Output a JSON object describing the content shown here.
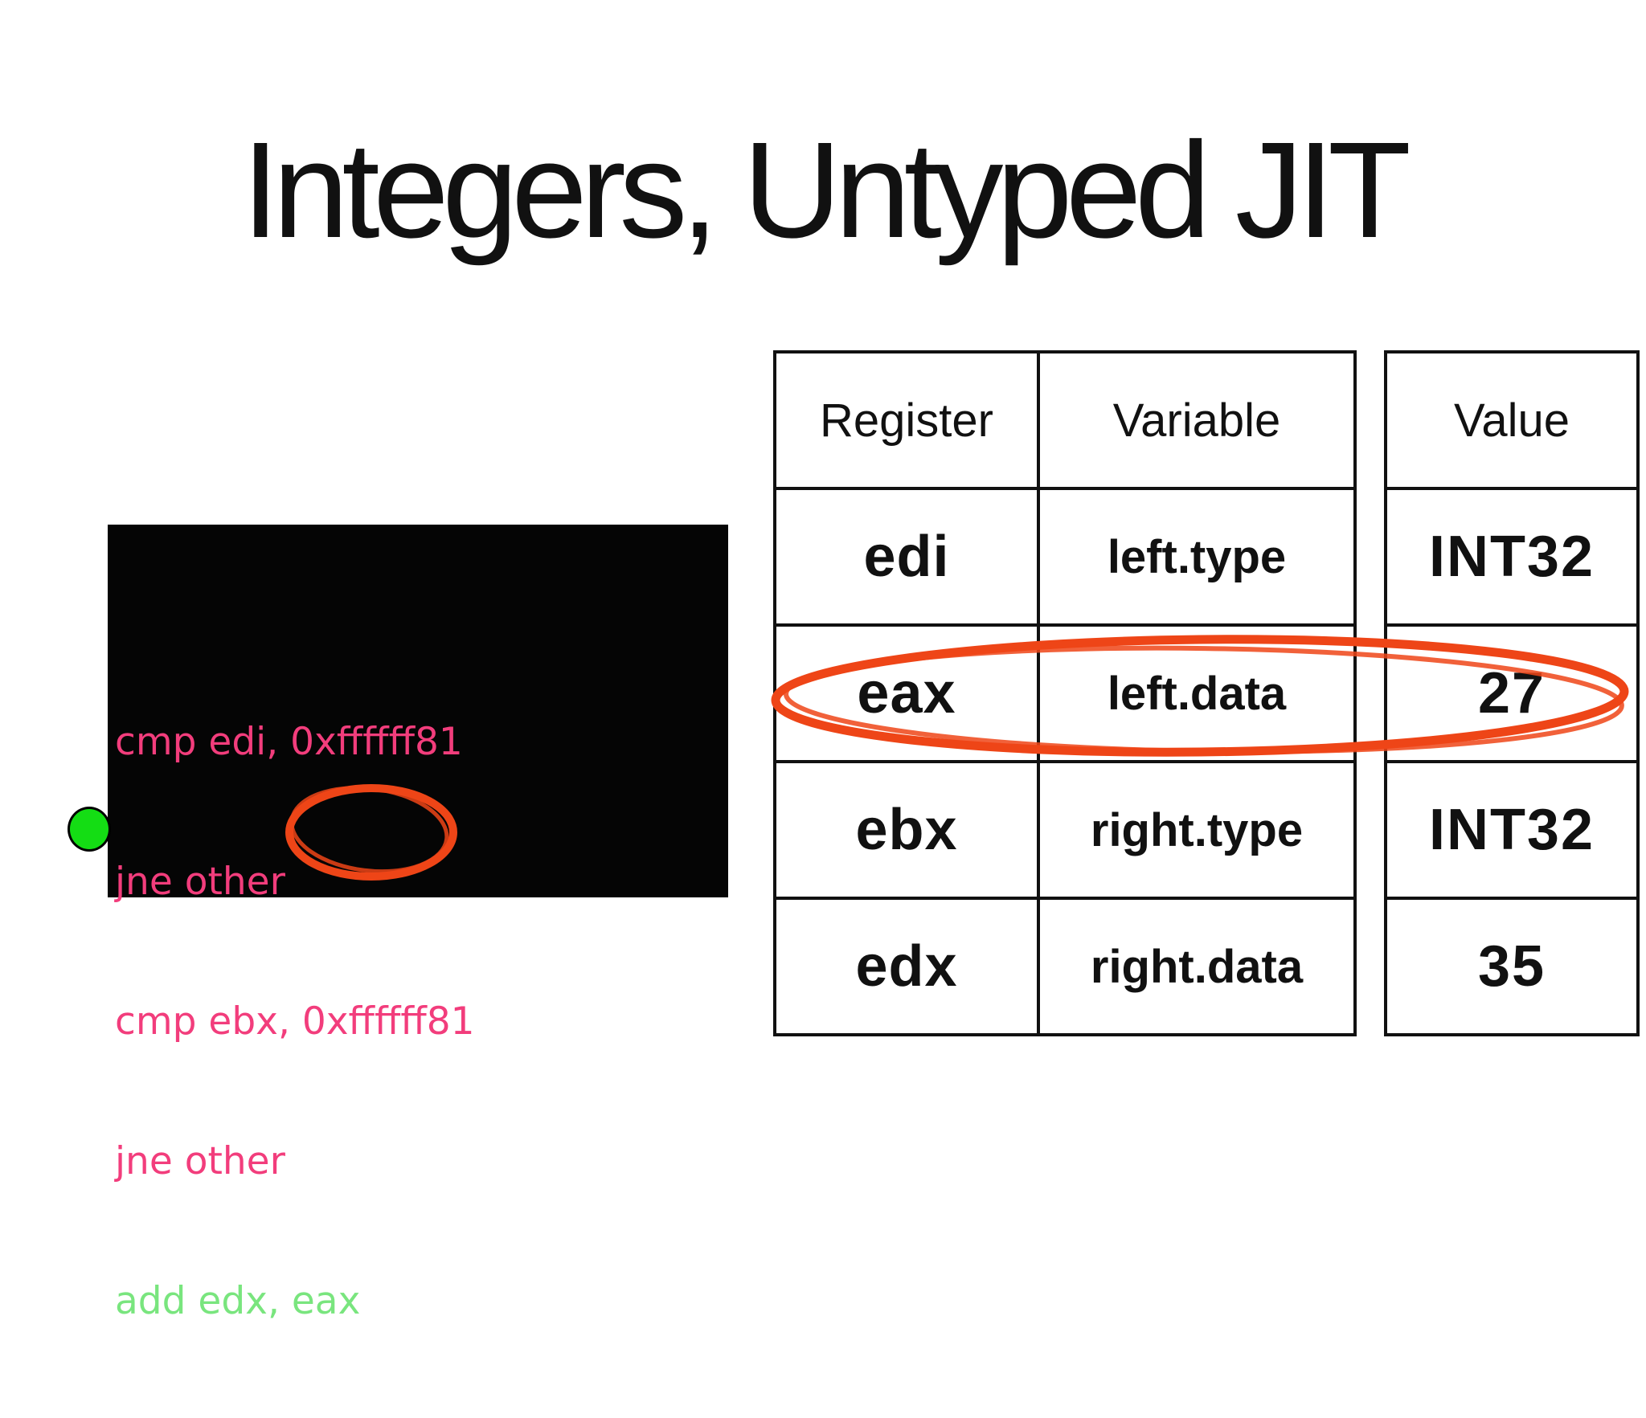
{
  "title": "Integers, Untyped JIT",
  "colors": {
    "slide_bg": "#ffffff",
    "text_black": "#111111",
    "code_bg": "#050505",
    "code_pink": "#f23d7c",
    "code_green": "#79e57e",
    "marker_green": "#14dd14",
    "highlight_orange": "#ee4517"
  },
  "code_block": {
    "lines": [
      "cmp edi, 0xffffff81",
      "jne other",
      "cmp ebx, 0xffffff81",
      "jne other",
      "add edx, eax"
    ]
  },
  "registers_table": {
    "headers": [
      "Register",
      "Variable"
    ],
    "rows": [
      [
        "edi",
        "left.type"
      ],
      [
        "eax",
        "left.data"
      ],
      [
        "ebx",
        "right.type"
      ],
      [
        "edx",
        "right.data"
      ]
    ]
  },
  "value_table": {
    "header": "Value",
    "values": [
      "INT32",
      "27",
      "INT32",
      "35"
    ]
  },
  "annotations": {
    "code_circle_target": "eax",
    "table_circle_target_row": [
      "eax",
      "left.data",
      "27"
    ]
  }
}
